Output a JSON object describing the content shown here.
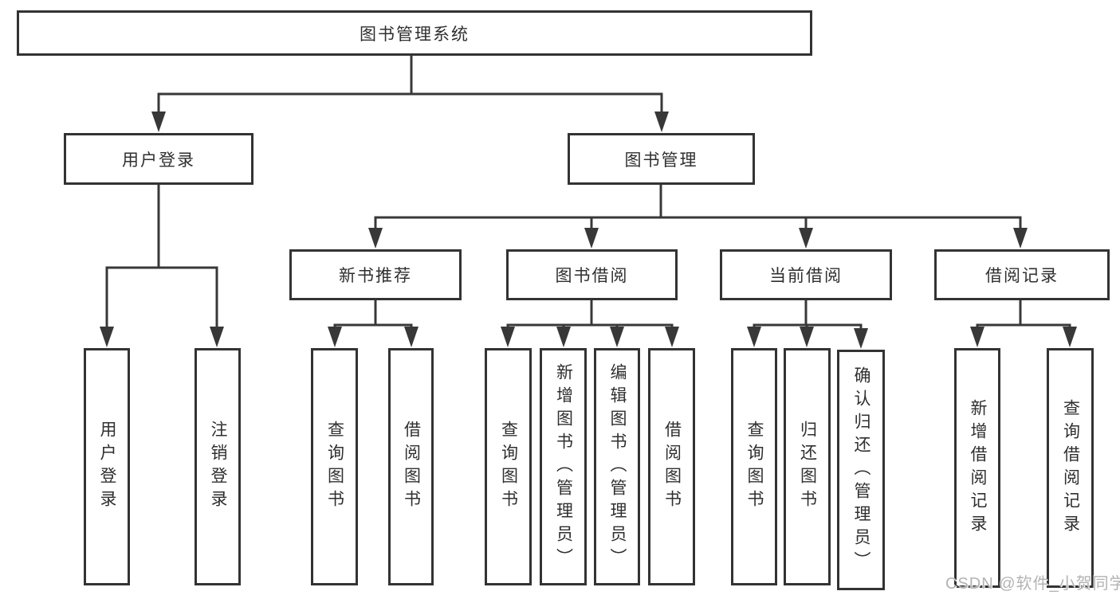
{
  "diagram": {
    "type": "tree",
    "root": {
      "label": "图书管理系统"
    },
    "branches": [
      {
        "label": "用户登录",
        "children": [
          {
            "label": "用户登录"
          },
          {
            "label": "注销登录"
          }
        ]
      },
      {
        "label": "图书管理",
        "children": [
          {
            "label": "新书推荐",
            "children": [
              {
                "label": "查询图书"
              },
              {
                "label": "借阅图书"
              }
            ]
          },
          {
            "label": "图书借阅",
            "children": [
              {
                "label": "查询图书"
              },
              {
                "label": "新增图书（管理员）"
              },
              {
                "label": "编辑图书（管理员）"
              },
              {
                "label": "借阅图书"
              }
            ]
          },
          {
            "label": "当前借阅",
            "children": [
              {
                "label": "查询图书"
              },
              {
                "label": "归还图书"
              },
              {
                "label": "确认归还（管理员）"
              }
            ]
          },
          {
            "label": "借阅记录",
            "children": [
              {
                "label": "新增借阅记录"
              },
              {
                "label": "查询借阅记录"
              }
            ]
          }
        ]
      }
    ],
    "watermark": "CSDN @软件_小贺同学",
    "colors": {
      "line": "#383838",
      "box_border": "#333333",
      "box_fill": "#ffffff",
      "text": "#2f2f2f",
      "watermark": "#b3b3b3"
    }
  }
}
